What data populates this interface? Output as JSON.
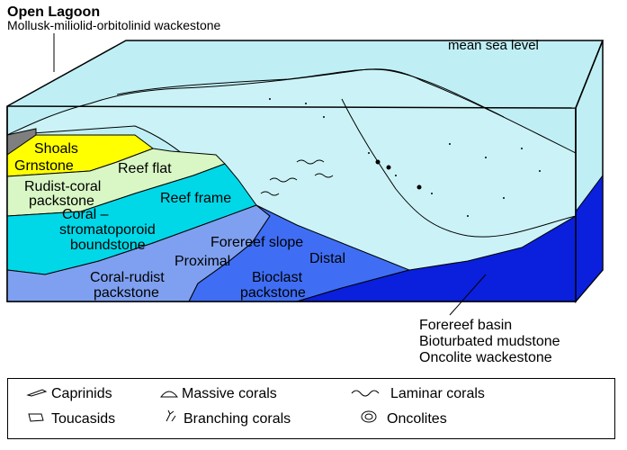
{
  "title": "Open Lagoon",
  "subtitle": "Mollusk-miliolid-orbitolinid wackestone",
  "sea_level_label": "mean sea level",
  "facies": {
    "shoals": "Shoals",
    "grnstone": "Grnstone",
    "reef_flat": "Reef flat",
    "rudist_coral_1": "Rudist-coral",
    "rudist_coral_2": "packstone",
    "reef_frame": "Reef frame",
    "coral_strom_1": "Coral –",
    "coral_strom_2": "stromatoporoid",
    "coral_strom_3": "boundstone",
    "forereef_slope": "Forereef slope",
    "proximal": "Proximal",
    "distal": "Distal",
    "coral_rudist_1": "Coral-rudist",
    "coral_rudist_2": "packstone",
    "bioclast_1": "Bioclast",
    "bioclast_2": "packstone"
  },
  "basin": {
    "line1": "Forereef basin",
    "line2": "Bioturbated mudstone",
    "line3": "Oncolite wackestone"
  },
  "legend": {
    "caprinids": "Caprinids",
    "toucasids": "Toucasids",
    "massive_corals": "Massive corals",
    "branching_corals": "Branching corals",
    "laminar_corals": "Laminar corals",
    "oncolites": "Oncolites"
  },
  "colors": {
    "water": "#bfeff5",
    "seafloor": "#cbf3f7",
    "shoals": "#ffff00",
    "rudist_coral": "#d8f7c4",
    "coral_boundstone": "#00d8e8",
    "coral_rudist": "#7fa0f0",
    "bioclast": "#3f6ef5",
    "basin": "#0a20dc",
    "grey_margin": "#7f7f7f"
  }
}
